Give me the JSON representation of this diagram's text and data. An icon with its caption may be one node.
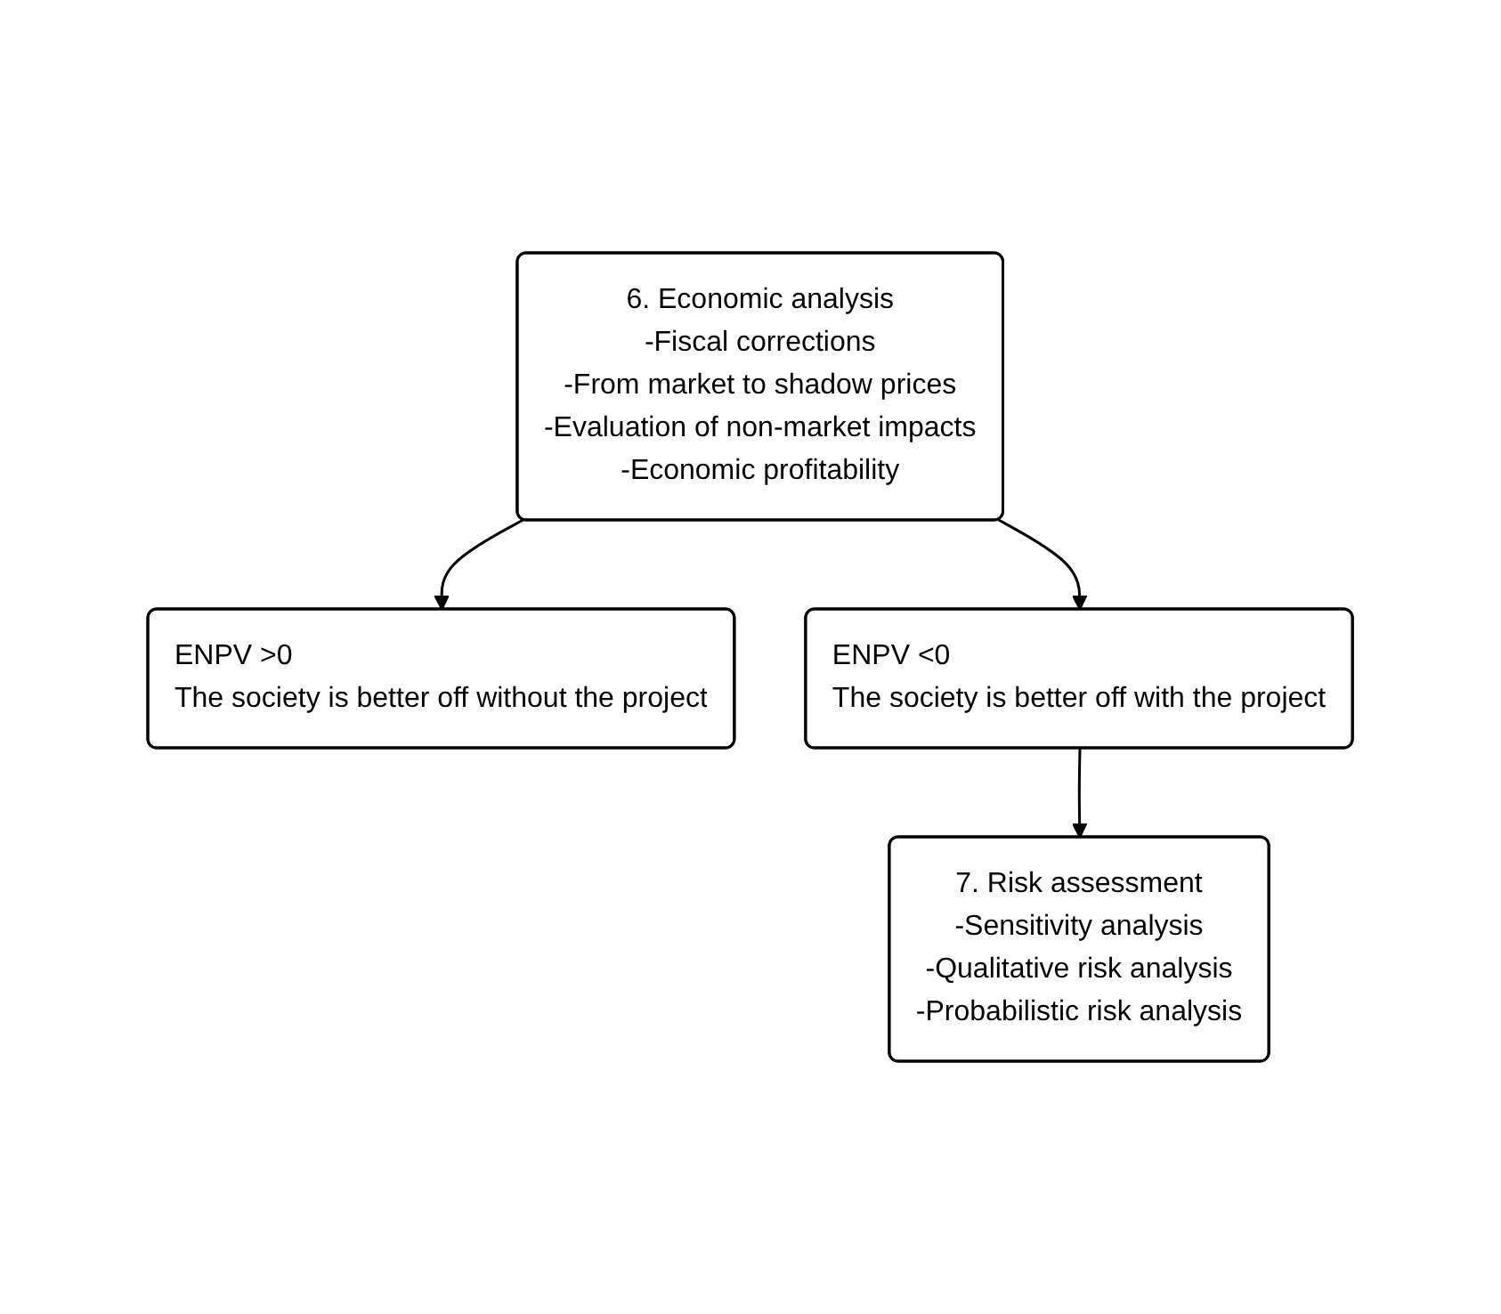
{
  "diagram": {
    "nodes": [
      {
        "text": [
          "6. Economic analysis",
          "-Fiscal corrections",
          "-From market to shadow prices",
          "-Evaluation of non-market impacts",
          "-Economic profitability"
        ]
      },
      {
        "text": [
          "ENPV >0",
          "The society is better off without the project"
        ]
      },
      {
        "text": [
          "ENPV <0",
          "The society is better off with the project"
        ]
      },
      {
        "text": [
          "7. Risk assessment",
          "-Sensitivity analysis",
          "-Qualitative risk analysis",
          "-Probabilistic risk analysis"
        ]
      }
    ],
    "edges": [
      {
        "from": 0,
        "to": 1,
        "arrow": "to"
      },
      {
        "from": 0,
        "to": 2,
        "arrow": "to"
      },
      {
        "from": 2,
        "to": 3,
        "arrow": "to"
      }
    ]
  }
}
